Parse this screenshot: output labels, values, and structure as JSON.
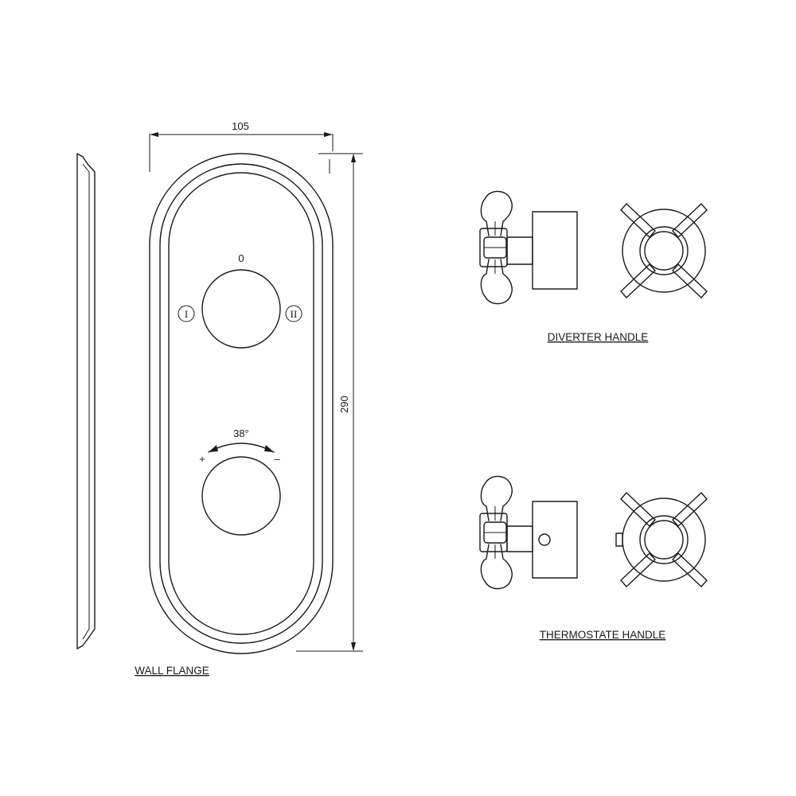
{
  "dimensions": {
    "width": "105",
    "height": "290"
  },
  "flange_marks": {
    "top": "0",
    "left": "I",
    "right": "II",
    "rotation_angle": "38°",
    "plus": "+",
    "minus": "–"
  },
  "labels": {
    "wall_flange": "WALL FLANGE",
    "diverter_handle": "DIVERTER HANDLE",
    "thermostate_handle": "THERMOSTATE  HANDLE"
  }
}
